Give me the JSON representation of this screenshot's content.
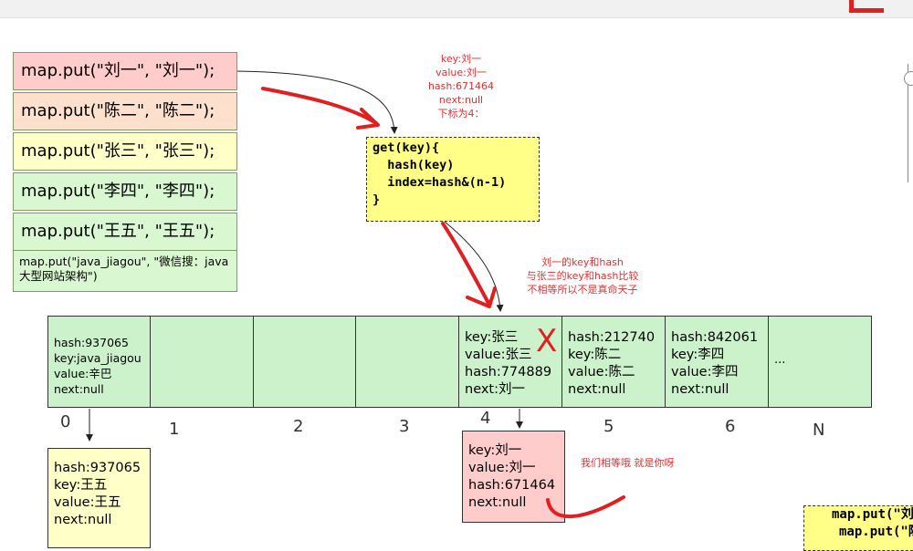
{
  "puts": [
    {
      "text": "map.put(\"刘一\", \"刘一\");",
      "color": "#ffcccc"
    },
    {
      "text": "map.put(\"陈二\", \"陈二\");",
      "color": "#ffe0cc"
    },
    {
      "text": "map.put(\"张三\", \"张三\");",
      "color": "#ffffc8"
    },
    {
      "text": "map.put(\"李四\", \"李四\");",
      "color": "#d9f7d0"
    },
    {
      "text": "map.put(\"王五\", \"王五\");",
      "color": "#d9f7d0"
    },
    {
      "text": "map.put(\"java_jiagou\", \"微信搜：java大型网站架构\")",
      "color": "#d9f7d0"
    }
  ],
  "note_top": [
    "key:刘一",
    "value:刘一",
    "hash:671464",
    "next:null",
    "下标为4："
  ],
  "get_code": "get(key){\n  hash(key)\n  index=hash&(n-1)\n}",
  "note_compare": [
    "刘一的key和hash",
    "与张三的key和hash比较",
    "不相等所以不是真命天子"
  ],
  "cells": [
    "hash:937065\nkey:java_jiagou\nvalue:辛巴\nnext:null",
    "",
    "",
    "",
    "key:张三\nvalue:张三\nhash:774889\nnext:刘一",
    "hash:212740\nkey:陈二\nvalue:陈二\nnext:null",
    "hash:842061\nkey:李四\nvalue:李四\nnext:null",
    "..."
  ],
  "indices": [
    "0",
    "1",
    "2",
    "3",
    "4",
    "5",
    "6",
    "N"
  ],
  "node_under_0": "hash:937065\nkey:王五\nvalue:王五\nnext:null",
  "node_under_4": "key:刘一\nvalue:刘一\nhash:671464\nnext:null",
  "note_equal": "我们相等哦 就是你呀",
  "cross_mark": "X",
  "right_clip": [
    "map.put(\"刘",
    "map.put(\"陈"
  ],
  "colors": {
    "accent_red": "#e02020",
    "cell_green": "#ccf2cc",
    "code_yellow": "#ffff88",
    "node_yellow": "#ffffc8",
    "node_pink": "#ffcccc"
  }
}
